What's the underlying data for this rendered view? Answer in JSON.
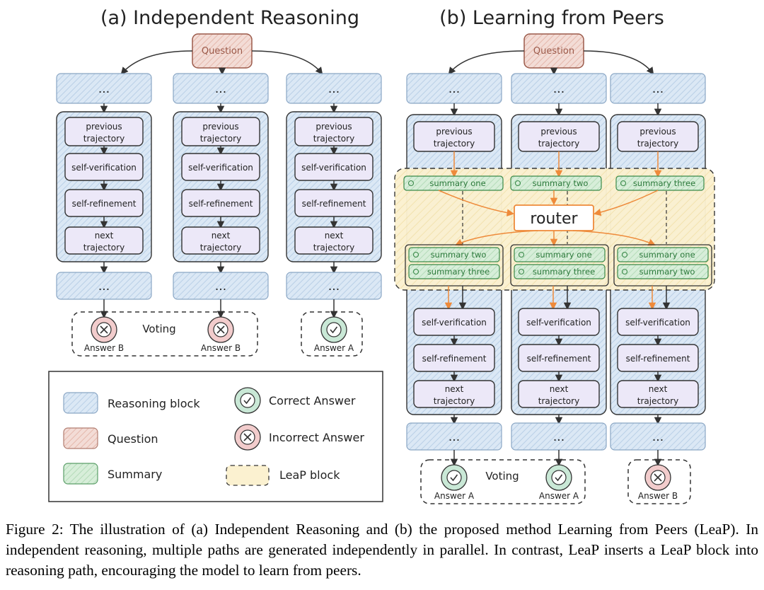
{
  "panel_a": {
    "title": "(a) Independent Reasoning",
    "question": "Question",
    "ellipsis": "...",
    "steps": [
      "previous trajectory",
      "self-verification",
      "self-refinement",
      "next trajectory"
    ],
    "voting_label": "Voting",
    "answers": [
      "Answer B",
      "Answer B",
      "Answer A"
    ]
  },
  "panel_b": {
    "title": "(b) Learning from Peers",
    "question": "Question",
    "ellipsis": "...",
    "previous": "previous trajectory",
    "summaries_top": [
      "summary one",
      "summary two",
      "summary three"
    ],
    "router": "router",
    "summaries_received": [
      [
        "summary two",
        "summary three"
      ],
      [
        "summary one",
        "summary three"
      ],
      [
        "summary one",
        "summary two"
      ]
    ],
    "steps": [
      "self-verification",
      "self-refinement",
      "next trajectory"
    ],
    "voting_label": "Voting",
    "answers": [
      "Answer A",
      "Answer A",
      "Answer B"
    ]
  },
  "legend": {
    "reasoning_block": "Reasoning block",
    "question": "Question",
    "summary": "Summary",
    "correct": "Correct Answer",
    "incorrect": "Incorrect Answer",
    "leap_block": "LeaP block"
  },
  "caption": "Figure 2: The illustration of (a) Independent Reasoning and (b) the proposed method Learning from Peers (LeaP). In independent reasoning, multiple paths are generated independently in parallel. In contrast, LeaP inserts a LeaP block into reasoning path, encouraging the model to learn from peers.",
  "colors": {
    "reasoning_fill": "#dbe8f5",
    "question_fill": "#f3dcd6",
    "question_stroke": "#9b5a4a",
    "summary_fill": "#d7eed9",
    "summary_stroke": "#3b8a4a",
    "leap_fill": "#fbf1d0",
    "step_fill": "#ece8f8",
    "correct_fill": "#c9e8d6",
    "incorrect_fill": "#f2cccc",
    "orange_arrow": "#ee8a3a"
  }
}
